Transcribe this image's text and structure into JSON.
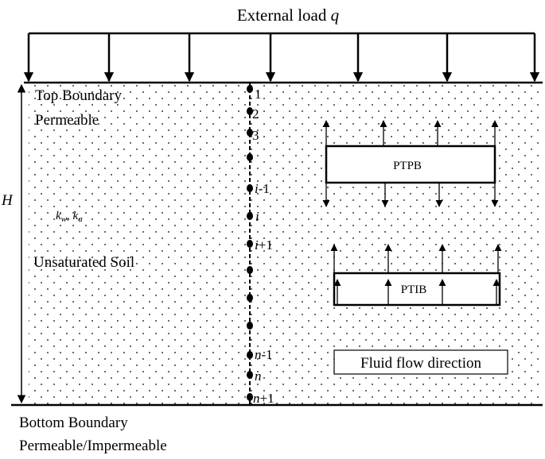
{
  "title": {
    "text": "External load ",
    "symbol": "q"
  },
  "top_boundary": {
    "line1": "Top Boundary",
    "line2": "Permeable"
  },
  "height_label": "H",
  "permeability": {
    "kw": "k",
    "kw_sub": "w",
    "sep": ", ",
    "ka": "k",
    "ka_sub": "a"
  },
  "soil_label": "Unsaturated Soil",
  "nodes": {
    "n1": "1",
    "n2": "2",
    "n3": "3",
    "i_minus": {
      "var": "i",
      "suffix": "-1"
    },
    "i": {
      "var": "i"
    },
    "i_plus": {
      "var": "i",
      "suffix": "+1"
    },
    "n_minus": {
      "var": "n",
      "suffix": "-1"
    },
    "n": {
      "var": "n"
    },
    "n_plus": {
      "var": "n",
      "suffix": "+1"
    }
  },
  "boxes": {
    "ptpb": "PTPB",
    "ptib": "PTIB"
  },
  "legend": "Fluid flow direction",
  "bottom_boundary": {
    "line1": "Bottom Boundary",
    "line2": "Permeable/Impermeable"
  }
}
